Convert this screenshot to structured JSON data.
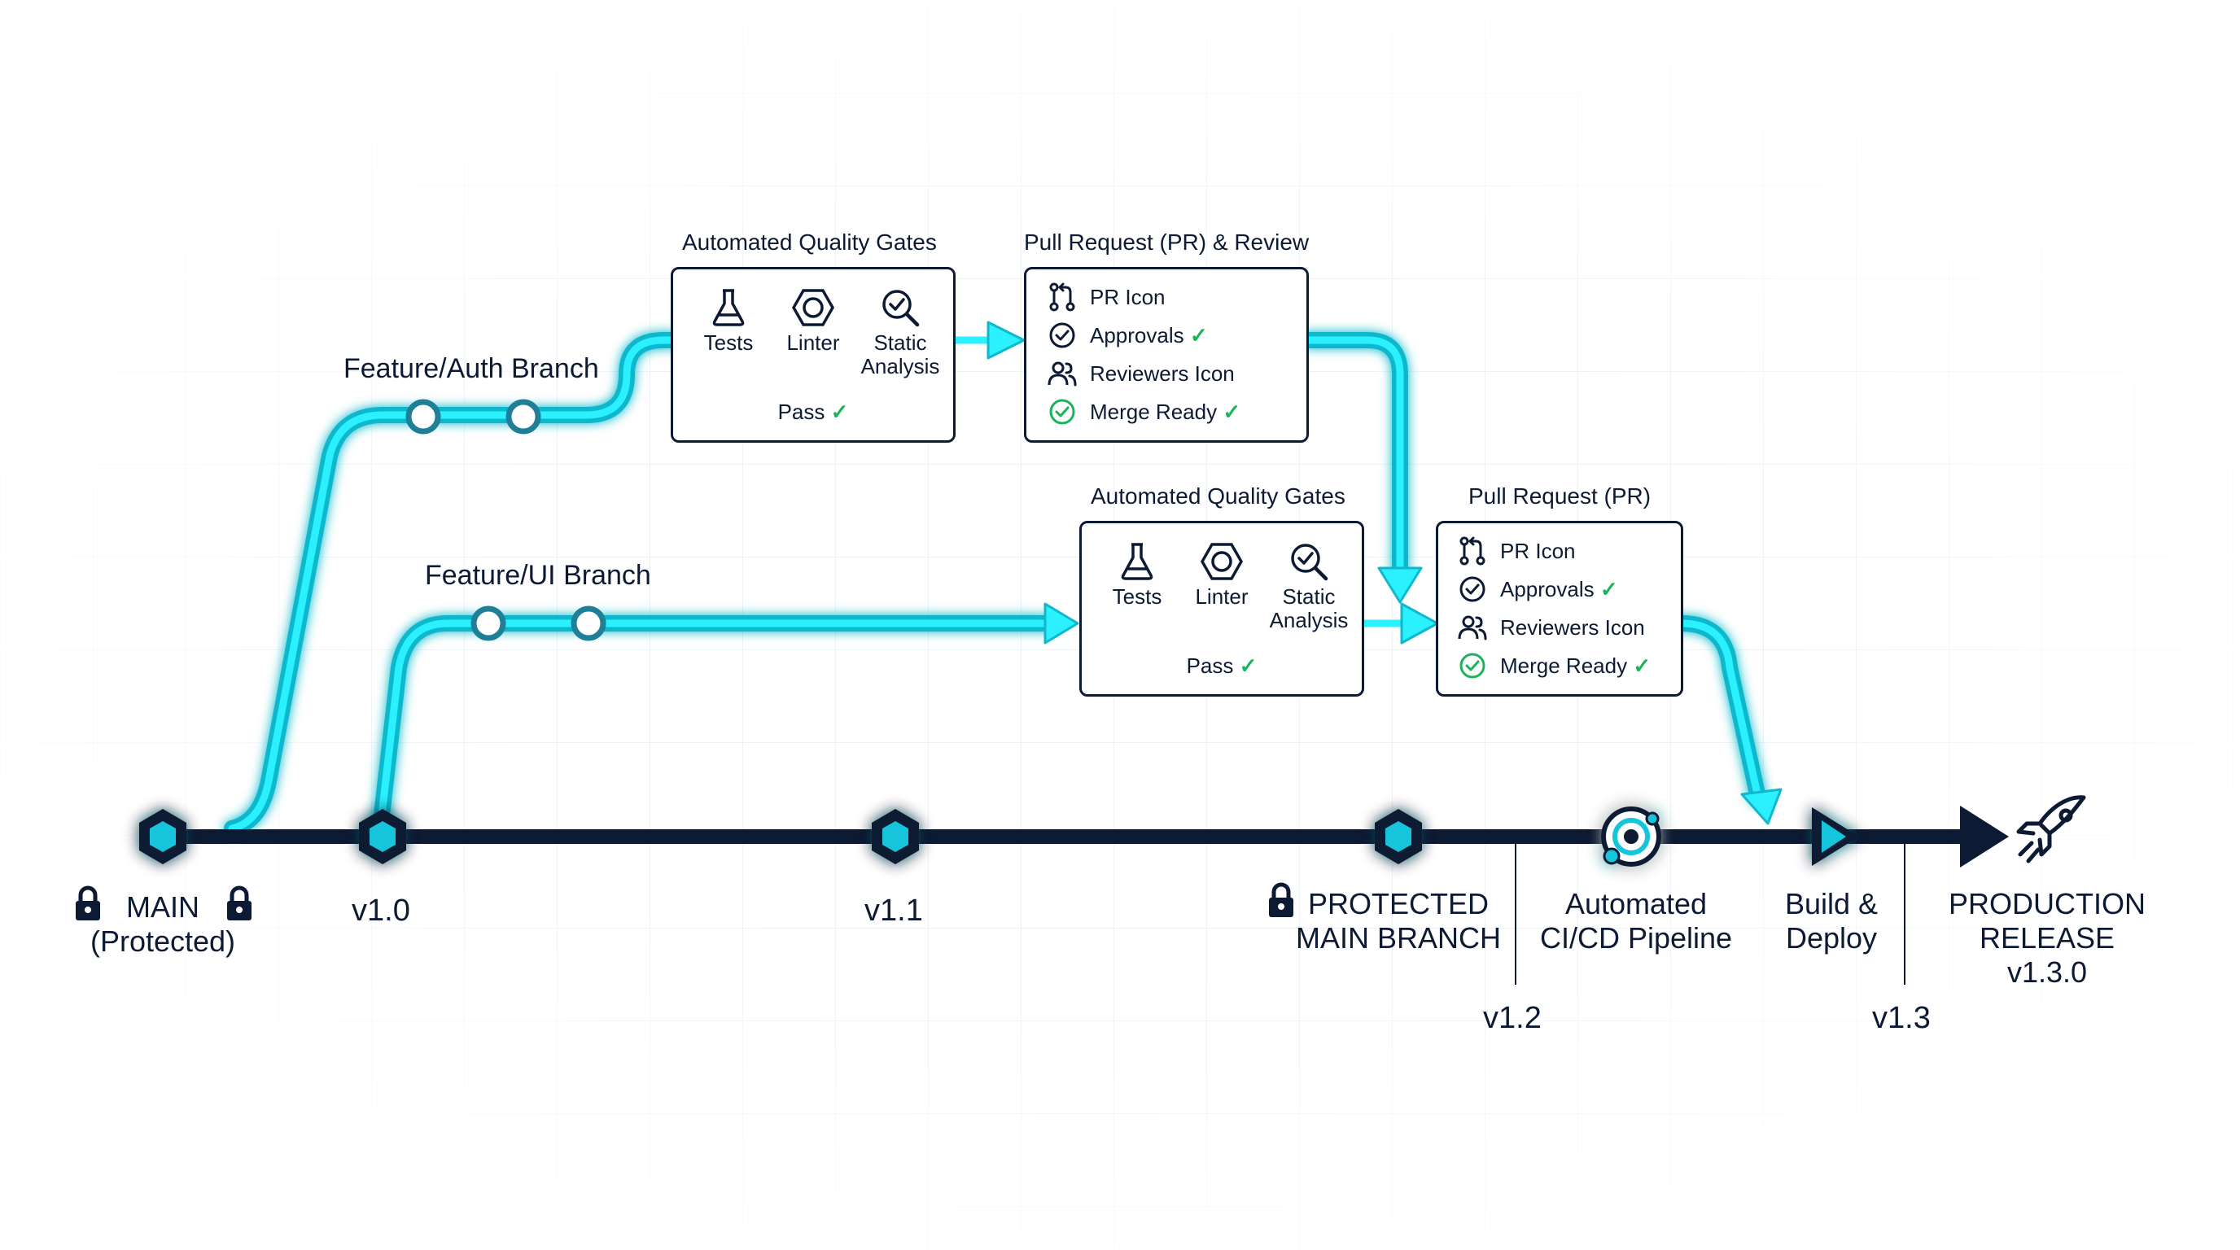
{
  "branches": {
    "auth": "Feature/Auth Branch",
    "ui": "Feature/UI Branch"
  },
  "gates_top": {
    "title": "Automated Quality Gates",
    "tests": "Tests",
    "linter": "Linter",
    "static_analysis": "Static\nAnalysis",
    "pass": "Pass"
  },
  "gates_mid": {
    "title": "Automated Quality Gates",
    "tests": "Tests",
    "linter": "Linter",
    "static_analysis": "Static\nAnalysis",
    "pass": "Pass"
  },
  "pr_top": {
    "title": "Pull Request (PR) & Review",
    "items": [
      "PR Icon",
      "Approvals",
      "Reviewers Icon",
      "Merge Ready"
    ]
  },
  "pr_mid": {
    "title": "Pull Request (PR)",
    "items": [
      "PR Icon",
      "Approvals",
      "Reviewers Icon",
      "Merge Ready"
    ]
  },
  "bottom": {
    "main": "MAIN\n(Protected)",
    "v1_0": "v1.0",
    "v1_1": "v1.1",
    "protected": "PROTECTED\nMAIN BRANCH",
    "pipeline": "Automated\nCI/CD Pipeline",
    "build": "Build &\nDeploy",
    "release": "PRODUCTION\nRELEASE\nv1.3.0",
    "v1_2": "v1.2",
    "v1_3": "v1.3"
  },
  "colors": {
    "navy": "#0d1a33",
    "cyan": "#1ce6f5",
    "cyan_dark": "#10b8cc",
    "check": "#1db35a"
  },
  "icons": [
    "lock-icon",
    "flask-icon",
    "hexagon-nut-icon",
    "magnifier-check-icon",
    "git-pull-request-icon",
    "check-circle-icon",
    "users-icon",
    "pipeline-icon",
    "play-triangle-icon",
    "rocket-icon"
  ]
}
